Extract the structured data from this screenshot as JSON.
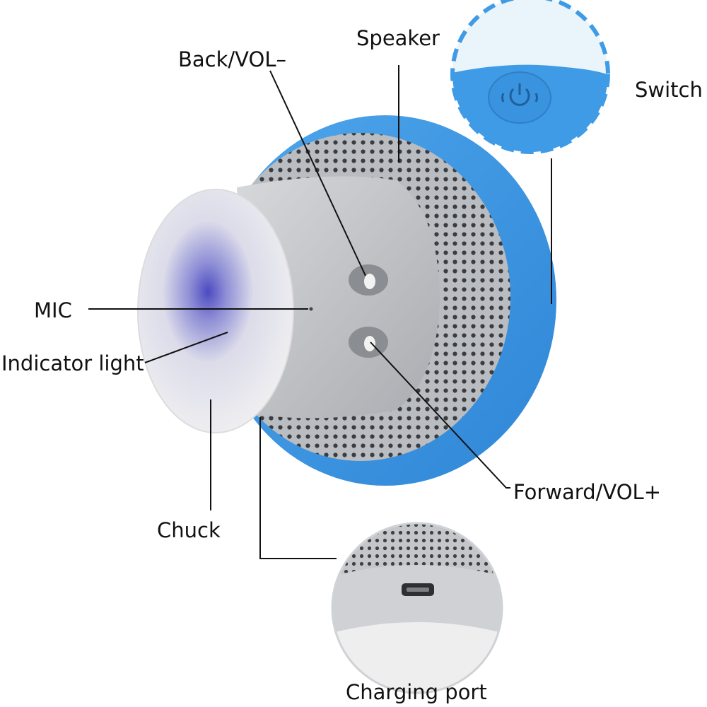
{
  "labels": {
    "speaker": "Speaker",
    "back_vol_minus": "Back/VOL–",
    "switch": "Switch",
    "mic": "MIC",
    "indicator_light": "Indicator light",
    "forward_vol_plus": "Forward/VOL+",
    "chuck": "Chuck",
    "charging_port": "Charging port"
  },
  "colors": {
    "shell_blue": "#3f9be6",
    "shell_blue_light": "#6bb8f2",
    "grille_gray": "#b9bcc0",
    "body_gray": "#c7c9cc",
    "suction_white": "#eeeeee",
    "indicator_purple": "#5b59c9",
    "leader_line": "#111111",
    "dashed_border": "#3f9be6"
  },
  "icons": {
    "switch_button": "power-icon",
    "charging_port": "micro-usb-port-icon"
  }
}
